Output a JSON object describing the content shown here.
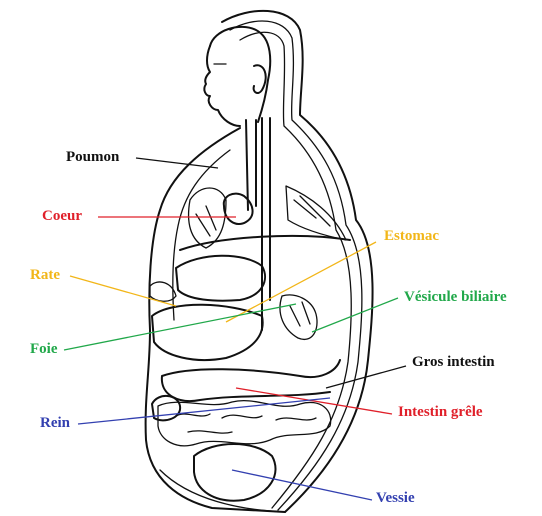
{
  "labels": {
    "poumon": "Poumon",
    "coeur": "Coeur",
    "rate": "Rate",
    "foie": "Foie",
    "rein": "Rein",
    "estomac": "Estomac",
    "vesicule": "Vésicule biliaire",
    "gros_intestin": "Gros intestin",
    "intestin_grele": "Intestin grêle",
    "vessie": "Vessie"
  },
  "colors": {
    "poumon": "#111111",
    "coeur": "#e0202a",
    "rate": "#f2b619",
    "foie": "#21a84a",
    "rein": "#3340b0",
    "estomac": "#f2b619",
    "vesicule": "#21a84a",
    "gros_intestin": "#111111",
    "intestin_grele": "#e0202a",
    "vessie": "#3340b0"
  }
}
